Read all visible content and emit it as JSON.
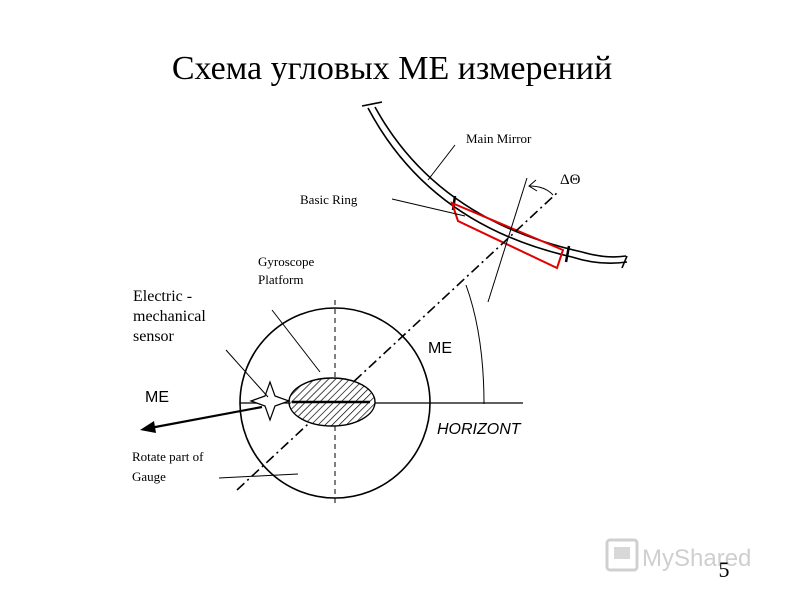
{
  "title": "Схема угловых МЕ измерений",
  "labels": {
    "main_mirror": "Main Mirror",
    "basic_ring": "Basic Ring",
    "delta_theta": "ΔΘ",
    "gyro_line1": "Gyroscope",
    "gyro_line2": "Platform",
    "sensor_line1": "Electric -",
    "sensor_line2": "mechanical",
    "sensor_line3": "sensor",
    "me_left": "ME",
    "me_center": "ME",
    "horizont": "HORIZONT",
    "rotate_line1": "Rotate part of",
    "rotate_line2": "Gauge"
  },
  "page_number": "5",
  "watermark": "MyShared",
  "colors": {
    "ink": "#000000",
    "ring_outline": "#e00000",
    "watermark": "#cfcfcf"
  }
}
